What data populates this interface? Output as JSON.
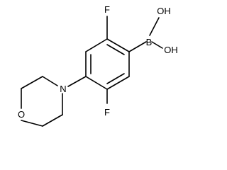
{
  "molecule": {
    "atoms": {
      "f_top": "F",
      "f_bottom": "F",
      "b": "B",
      "oh_top": "OH",
      "oh_bottom": "OH",
      "n": "N",
      "o": "O"
    }
  },
  "colors": {
    "bond": "#000000",
    "label": "#000000",
    "background": "#ffffff"
  }
}
